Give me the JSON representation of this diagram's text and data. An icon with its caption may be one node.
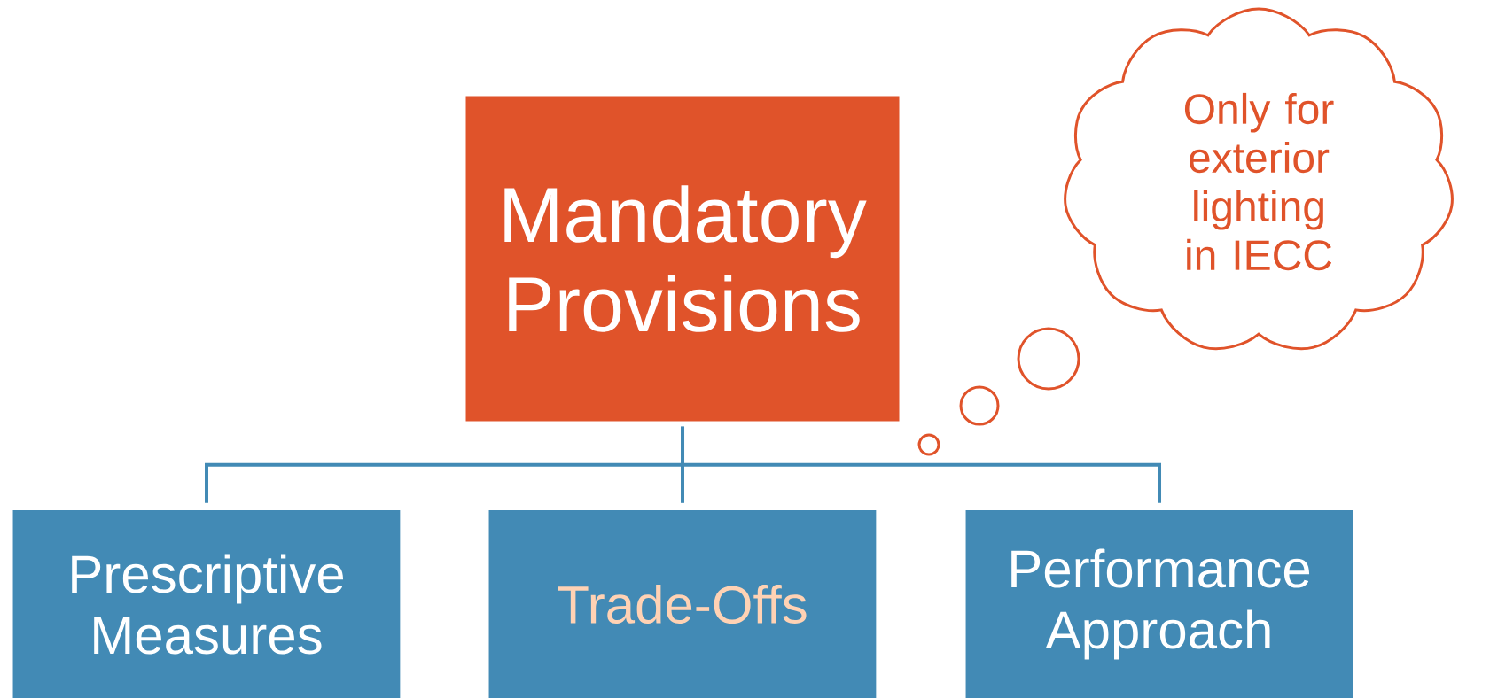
{
  "diagram": {
    "nodes": [
      {
        "text": [
          "Mandatory Provisions"
        ]
      },
      {
        "text": [
          "Prescriptive Measures"
        ]
      },
      {
        "text": [
          "Trade-Offs"
        ]
      },
      {
        "text": [
          "Performance Approach"
        ]
      },
      {
        "text": [
          "Only for exterior lighting in IECC"
        ]
      }
    ],
    "edges": [
      {
        "from": 0,
        "to": 1,
        "arrow": "none"
      },
      {
        "from": 0,
        "to": 2,
        "arrow": "none"
      },
      {
        "from": 0,
        "to": 3,
        "arrow": "none"
      }
    ]
  }
}
